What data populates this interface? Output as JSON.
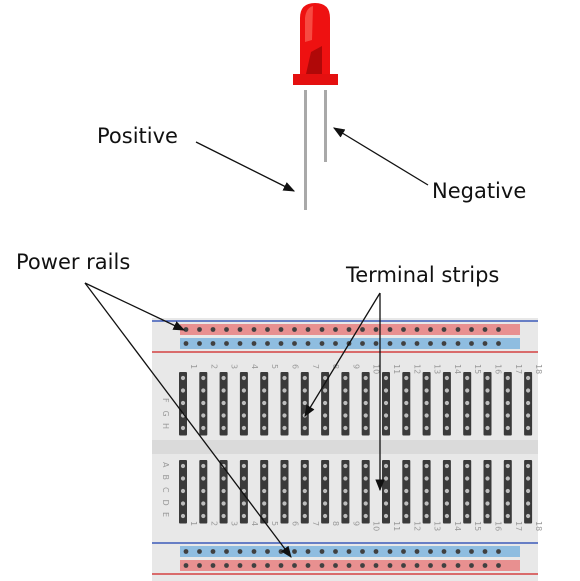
{
  "labels": {
    "positive": "Positive",
    "negative": "Negative",
    "power_rails": "Power rails",
    "terminal_strips": "Terminal strips"
  },
  "led": {
    "body_color": "#ee1111",
    "highlight_color": "#ff7a6a",
    "leg_color": "#a9a9a9"
  },
  "breadboard": {
    "board_color": "#e8e8e8",
    "rail_red": "#e89090",
    "rail_blue": "#8fbde0",
    "line_red": "#d02020",
    "line_blue": "#1a3fb0",
    "hole_color": "#404040",
    "strip_color": "#3a3a3a",
    "column_numbers": [
      "1",
      "2",
      "3",
      "4",
      "5",
      "6",
      "7",
      "8",
      "9",
      "10",
      "11",
      "12",
      "13",
      "14",
      "15",
      "16",
      "17",
      "18"
    ],
    "row_letters_top": [
      "F",
      "G",
      "H"
    ],
    "row_letters_bottom": [
      "A",
      "B",
      "C",
      "D",
      "E"
    ]
  }
}
